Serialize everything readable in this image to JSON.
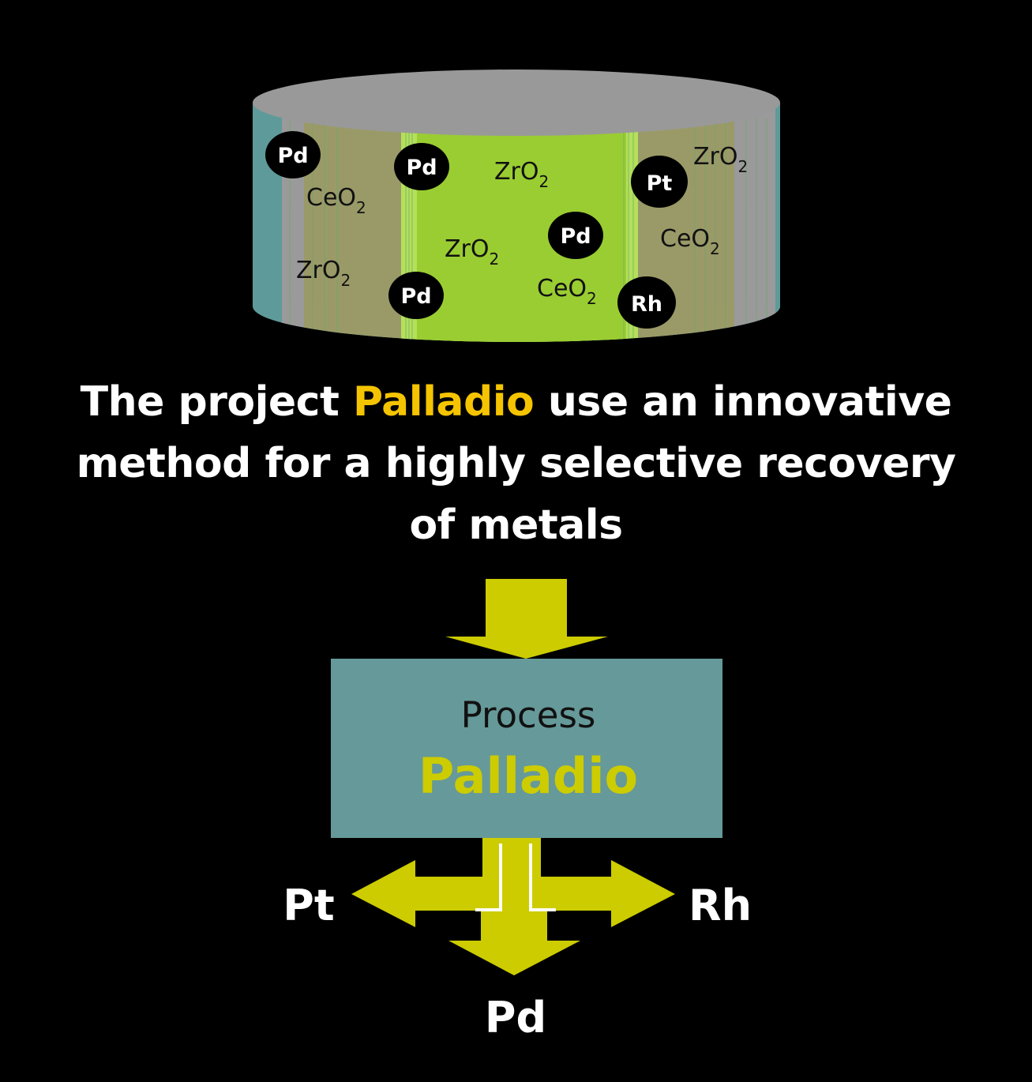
{
  "colors": {
    "background": "#000000",
    "cylinder_top": "#999999",
    "cylinder_teal": "#5f9a9a",
    "cylinder_gray": "#9a9a9a",
    "cylinder_olive": "#9a9a68",
    "cylinder_green": "#9acd32",
    "cylinder_light_green": "#b4e05a",
    "particle_fill": "#000000",
    "particle_text": "#ffffff",
    "highlight_yellow": "#f5c400",
    "arrow_yellow": "#cccc00",
    "process_box": "#669999",
    "process_title": "#111111",
    "process_name": "#cccc00",
    "output_label": "#ffffff"
  },
  "catalyst": {
    "particles": [
      {
        "label": "Pd"
      },
      {
        "label": "Pd"
      },
      {
        "label": "Pt"
      },
      {
        "label": "Pd"
      },
      {
        "label": "Pd"
      },
      {
        "label": "Rh"
      }
    ],
    "oxides": [
      {
        "formula": "CeO",
        "sub": "2"
      },
      {
        "formula": "ZrO",
        "sub": "2"
      },
      {
        "formula": "ZrO",
        "sub": "2"
      },
      {
        "formula": "ZrO",
        "sub": "2"
      },
      {
        "formula": "ZrO",
        "sub": "2"
      },
      {
        "formula": "CeO",
        "sub": "2"
      },
      {
        "formula": "CeO",
        "sub": "2"
      }
    ]
  },
  "headline": {
    "part1": "The project ",
    "highlight": "Palladio",
    "part2": " use an innovative",
    "line2": "method for a highly selective recovery",
    "line3": "of metals"
  },
  "process": {
    "title": "Process",
    "name": "Palladio"
  },
  "outputs": {
    "left": "Pt",
    "right": "Rh",
    "bottom": "Pd"
  }
}
